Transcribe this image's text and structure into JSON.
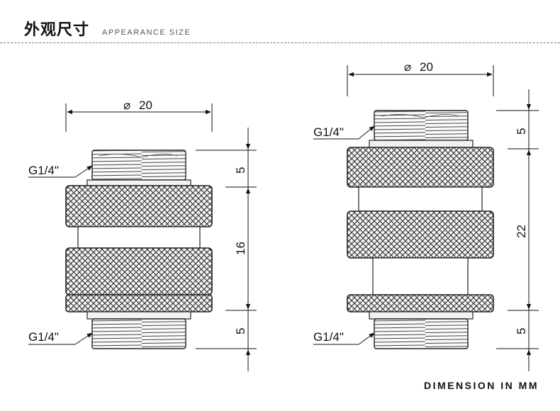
{
  "header": {
    "title_cn": "外观尺寸",
    "title_en": "APPEARANCE SIZE"
  },
  "footer": {
    "note": "DIMENSION IN MM"
  },
  "left": {
    "diameter": "20",
    "thread_top": "G1/4\"",
    "thread_bottom": "G1/4\"",
    "dim_top": "5",
    "dim_mid": "16",
    "dim_bottom": "5"
  },
  "right": {
    "diameter": "20",
    "thread_top": "G1/4\"",
    "thread_bottom": "G1/4\"",
    "dim_top": "5",
    "dim_mid": "22",
    "dim_bottom": "5"
  },
  "symbols": {
    "diameter": "⌀"
  }
}
